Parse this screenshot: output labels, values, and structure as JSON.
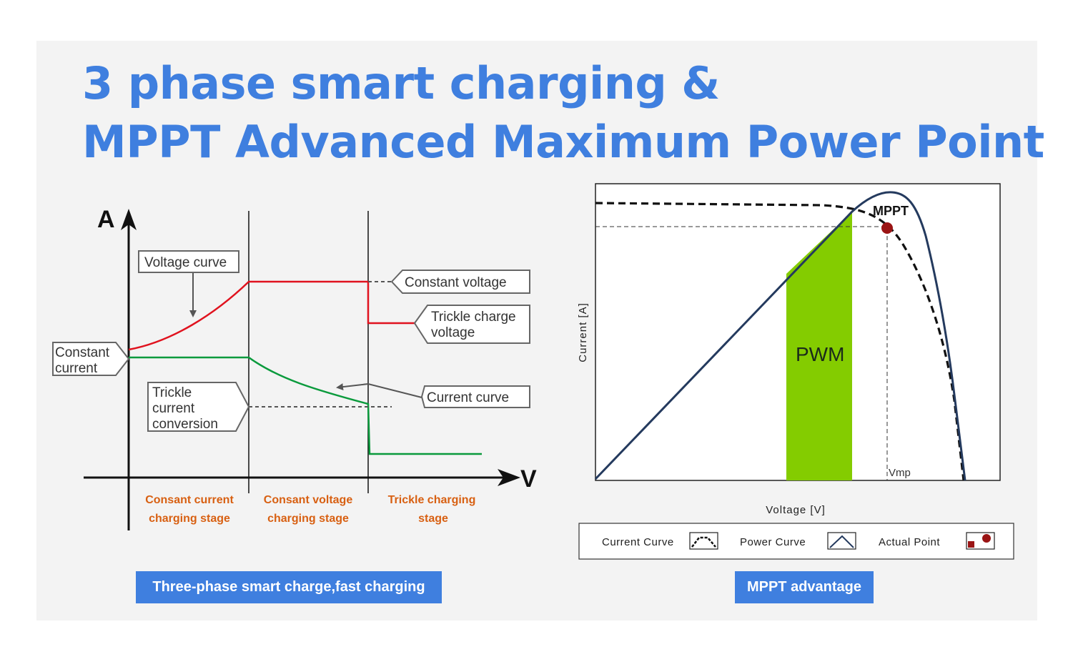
{
  "title": {
    "line1": "3 phase smart charging &",
    "line2": "MPPT Advanced Maximum Power Point"
  },
  "left_diagram": {
    "axis_y": "A",
    "axis_x": "V",
    "callouts": {
      "voltage_curve": "Voltage curve",
      "constant_current": [
        "Constant",
        "current"
      ],
      "trickle_current_conversion": [
        "Trickle",
        "current",
        "conversion"
      ],
      "constant_voltage": "Constant voltage",
      "trickle_charge_voltage": [
        "Trickle charge",
        "voltage"
      ],
      "current_curve": "Current curve"
    },
    "stages": [
      [
        "Consant current",
        "charging stage"
      ],
      [
        "Consant voltage",
        "charging stage"
      ],
      [
        "Trickle charging",
        "stage"
      ]
    ],
    "colors": {
      "voltage": "#e0121e",
      "current": "#0a9a3c",
      "stage_text": "#d86012"
    }
  },
  "right_diagram": {
    "ylabel": "Current [A]",
    "xlabel": "Voltage [V]",
    "mppt_label": "MPPT",
    "pwm_label": "PWM",
    "vmp_label": "Vmp",
    "legend": {
      "current_curve": "Current Curve",
      "power_curve": "Power Curve",
      "actual_point": "Actual Point"
    },
    "colors": {
      "pwm": "#84cc00",
      "power_curve": "#243a5e",
      "mppt_point": "#9a1414"
    }
  },
  "captions": {
    "left": "Three-phase smart charge,fast charging",
    "right": "MPPT advantage"
  }
}
